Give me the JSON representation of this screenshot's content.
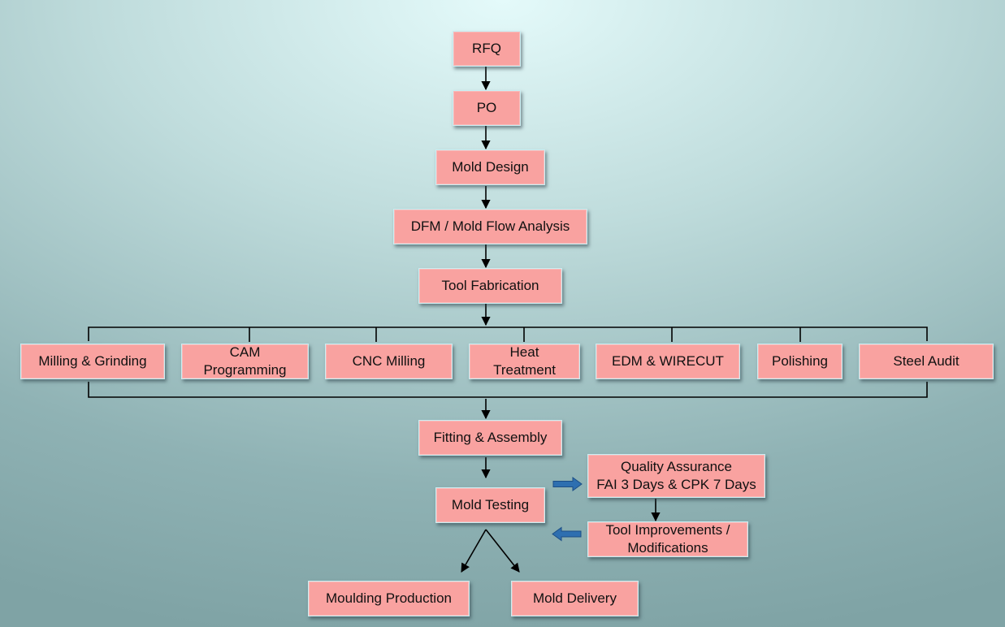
{
  "nodes": {
    "rfq": "RFQ",
    "po": "PO",
    "mold_design": "Mold Design",
    "dfm": "DFM / Mold Flow Analysis",
    "tool_fabrication": "Tool Fabrication",
    "milling_grinding": "Milling & Grinding",
    "cam_programming": "CAM\nProgramming",
    "cnc_milling": "CNC Milling",
    "heat_treatment": "Heat\nTreatment",
    "edm_wirecut": "EDM & WIRECUT",
    "polishing": "Polishing",
    "steel_audit": "Steel Audit",
    "fitting_assembly": "Fitting & Assembly",
    "mold_testing": "Mold Testing",
    "quality_assurance": "Quality Assurance\nFAI 3 Days & CPK 7 Days",
    "tool_improvements": "Tool Improvements /\nModifications",
    "moulding_production": "Moulding Production",
    "mold_delivery": "Mold Delivery"
  },
  "colors": {
    "box_fill": "#f9a2a0",
    "connector": "#000000",
    "side_arrow": "#2e6fb0"
  }
}
